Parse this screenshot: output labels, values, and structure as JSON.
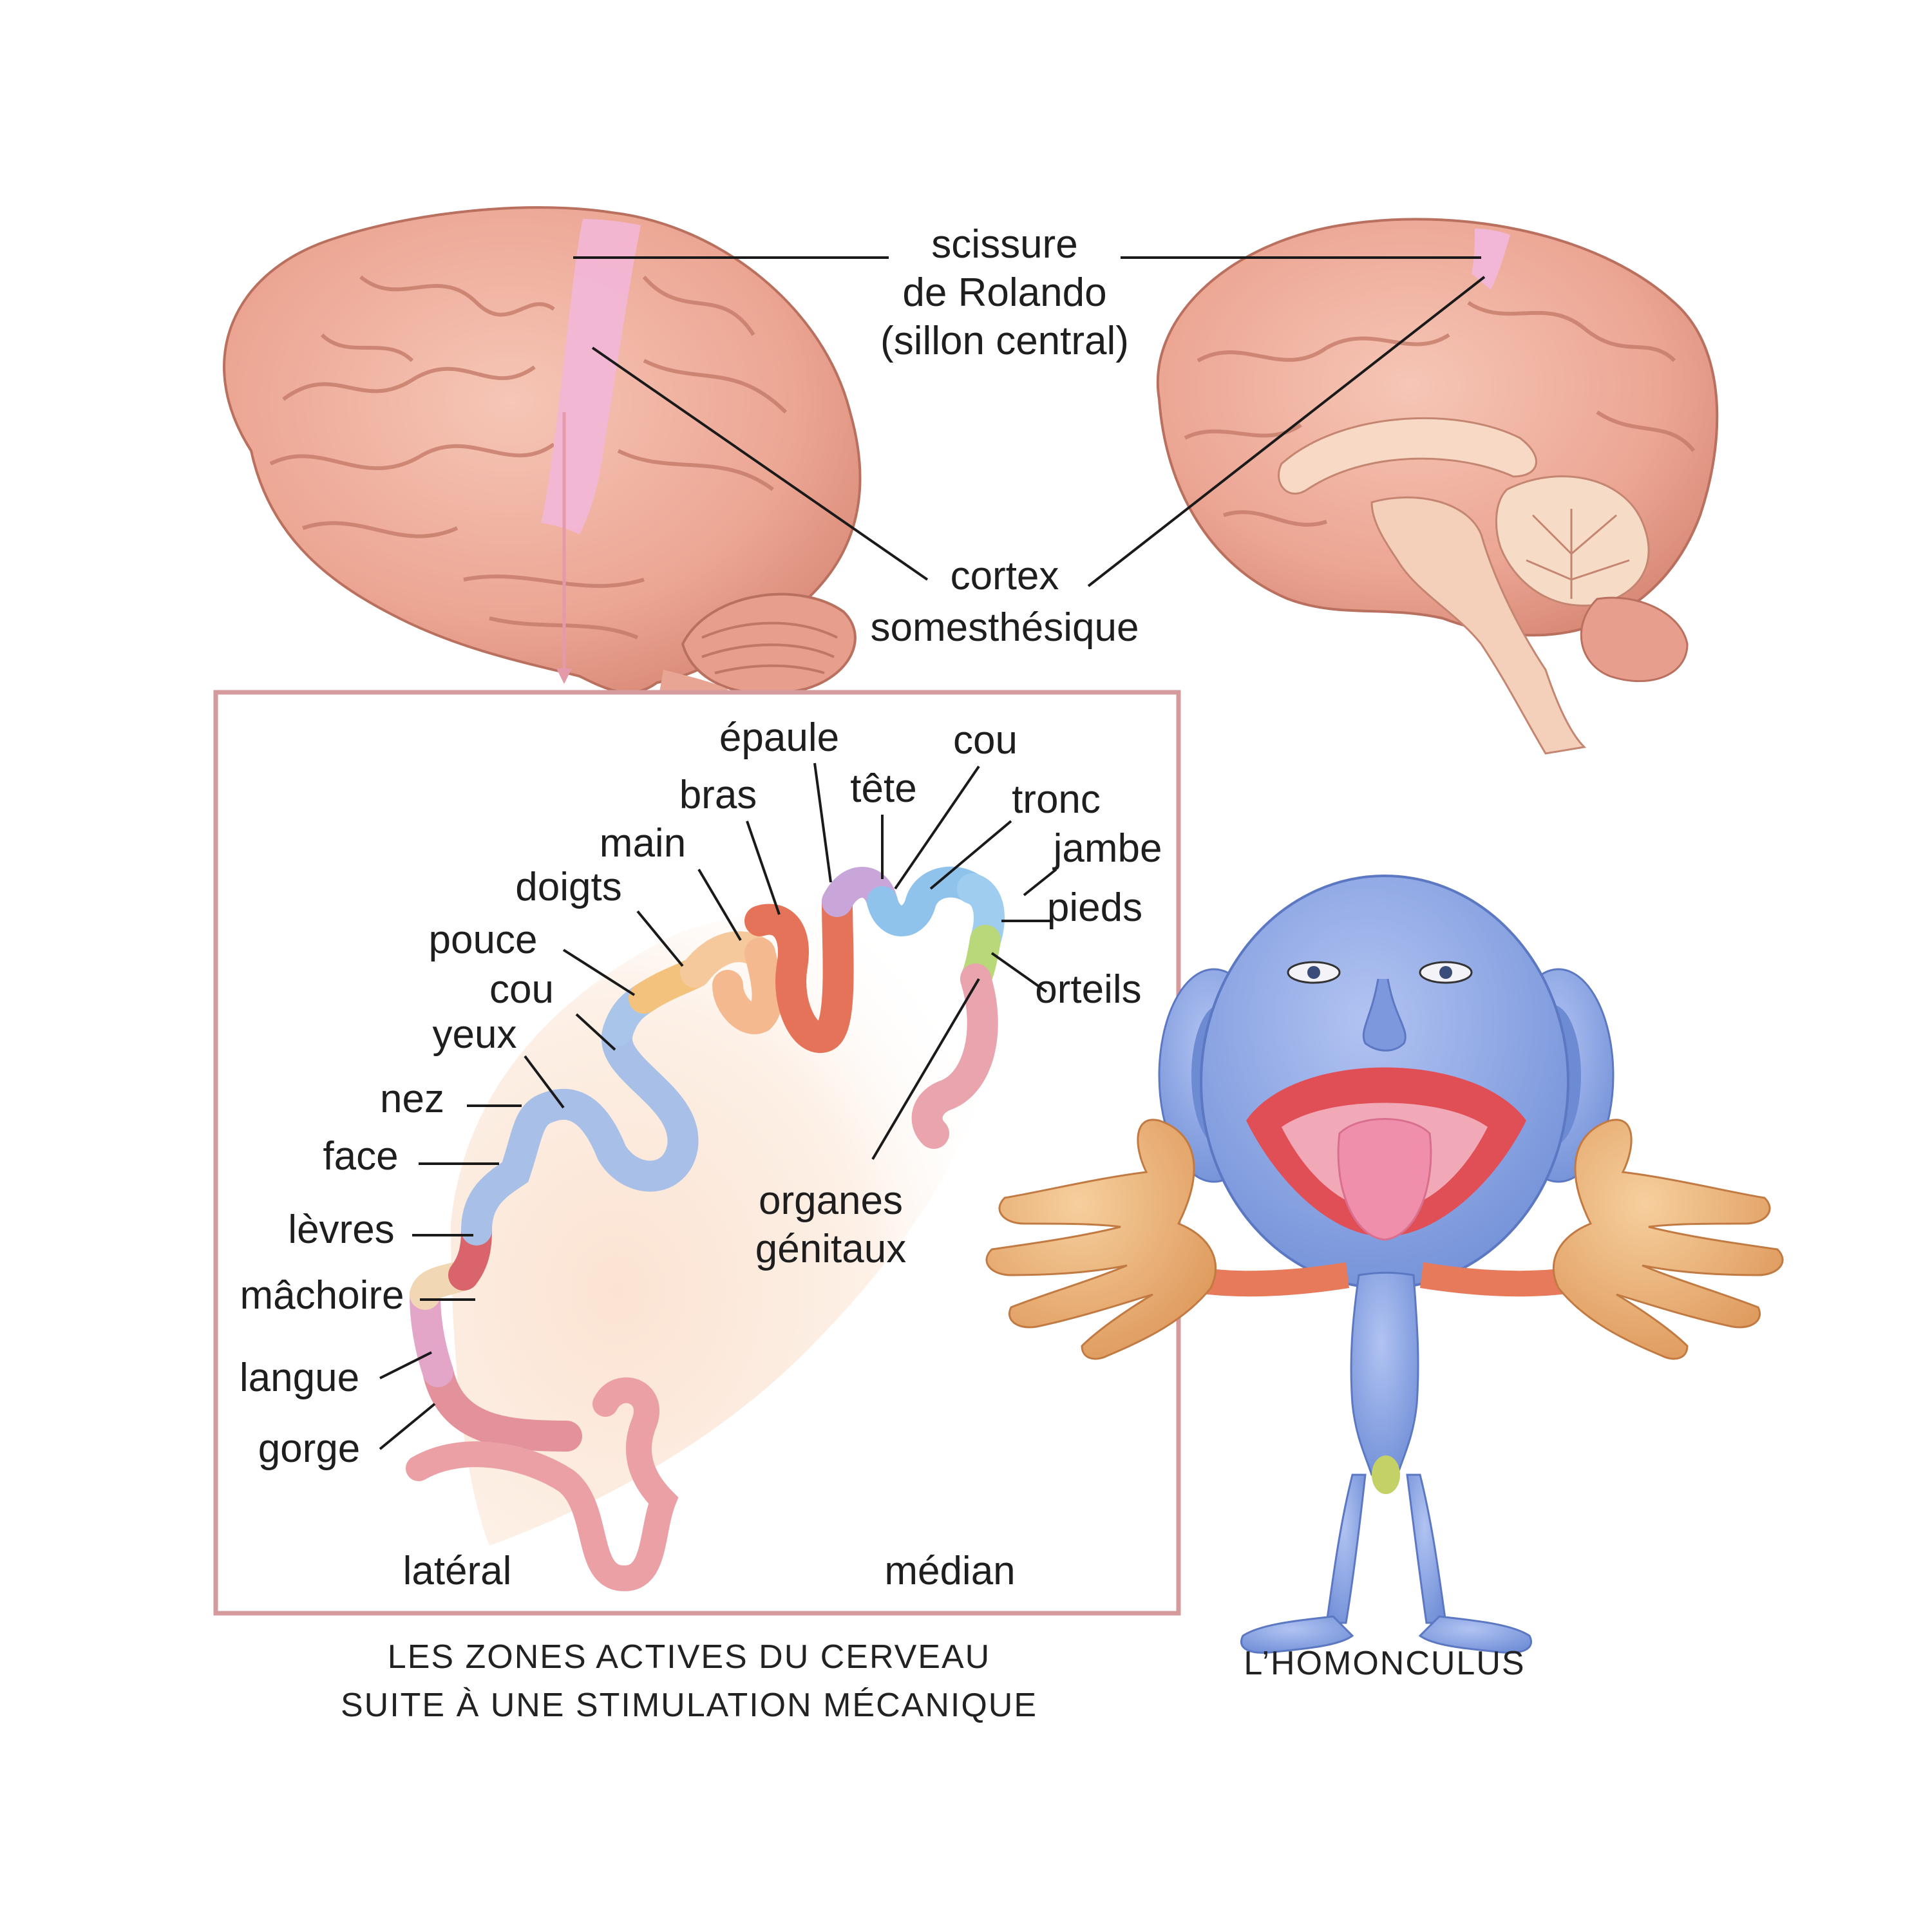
{
  "colors": {
    "brain": "#efab9a",
    "brain_dark": "#c97a68",
    "sulcus_pink": "#f2b7d7",
    "frame": "#d49a9c",
    "homunculus_skin": "#8ea8e6",
    "hand": "#eab17c",
    "lips": "#e04f56"
  },
  "top": {
    "rolando": [
      "scissure",
      "de Rolando",
      "(sillon central)"
    ],
    "cortex": [
      "cortex",
      "somesthésique"
    ]
  },
  "map": {
    "labels": {
      "epaule": "épaule",
      "cou_top": "cou",
      "bras": "bras",
      "tete": "tête",
      "tronc": "tronc",
      "main": "main",
      "jambe": "jambe",
      "doigts": "doigts",
      "pieds": "pieds",
      "pouce": "pouce",
      "cou_left": "cou",
      "orteils": "orteils",
      "yeux": "yeux",
      "nez": "nez",
      "face": "face",
      "organes_1": "organes",
      "organes_2": "génitaux",
      "levres": "lèvres",
      "machoire": "mâchoire",
      "langue": "langue",
      "gorge": "gorge"
    },
    "lateral": "latéral",
    "median": "médian",
    "caption": [
      "LES ZONES ACTIVES DU CERVEAU",
      "SUITE À UNE STIMULATION MÉCANIQUE"
    ]
  },
  "homunculus": {
    "caption": "L’HOMONCULUS"
  },
  "icons": [
    "lateral-brain-icon",
    "sagittal-brain-icon",
    "homunculus-figure-icon"
  ]
}
